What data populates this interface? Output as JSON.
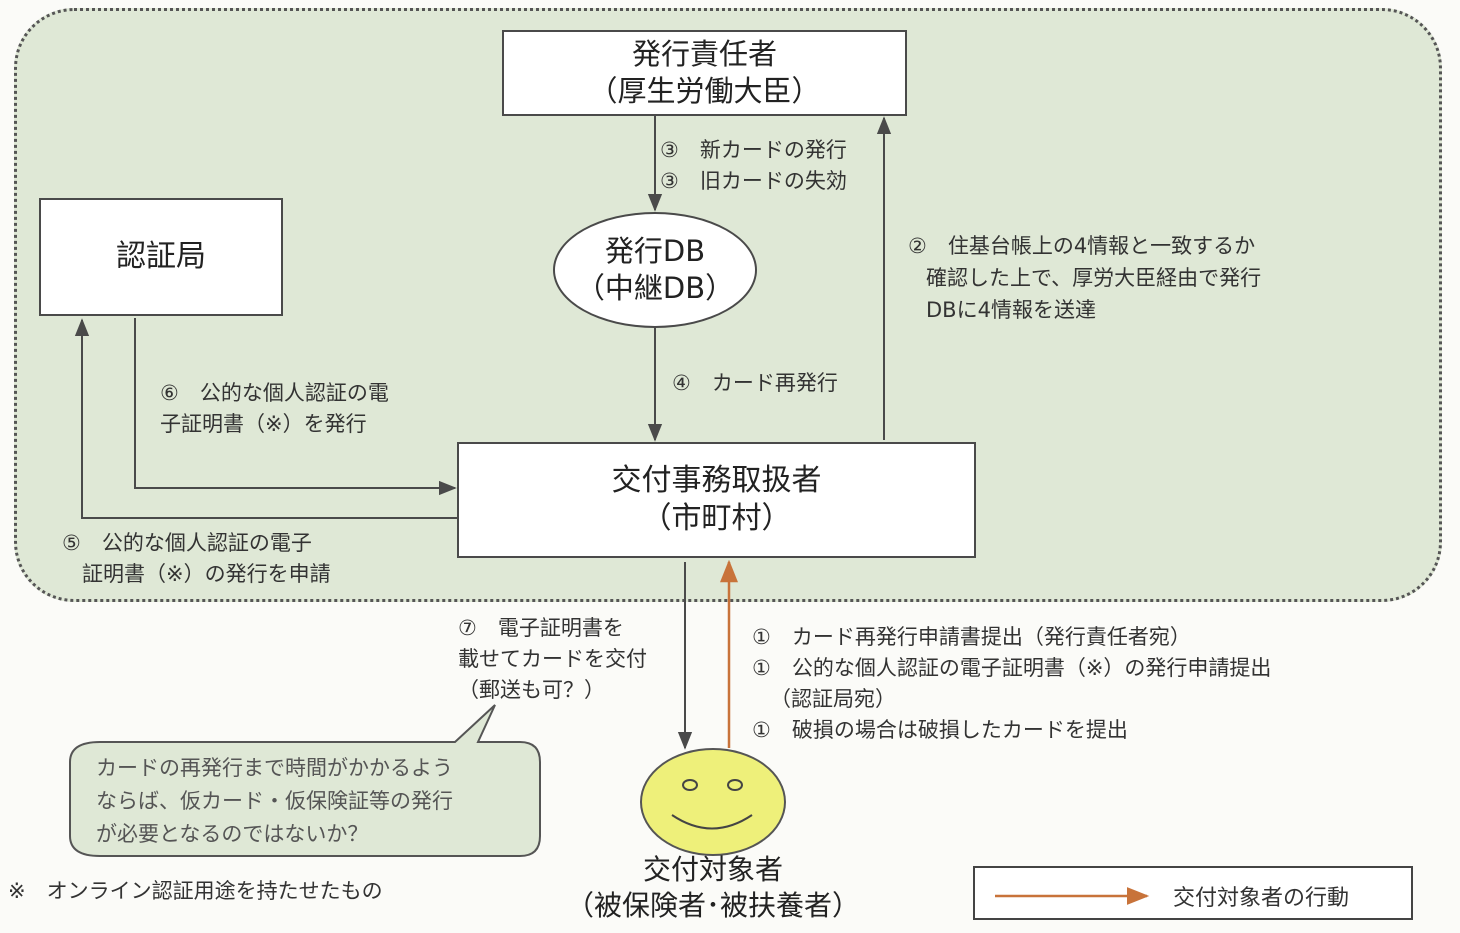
{
  "nodes": {
    "issuer": {
      "title": "発行責任者",
      "subtitle": "（厚生労働大臣）"
    },
    "cert_authority": {
      "title": "認証局"
    },
    "issue_db": {
      "title": "発行DB",
      "subtitle": "（中継DB）"
    },
    "municipality": {
      "title": "交付事務取扱者",
      "subtitle": "（市町村）"
    },
    "recipient": {
      "title": "交付対象者",
      "subtitle": "（被保険者･被扶養者）"
    }
  },
  "steps": {
    "step3_new": "③　新カードの発行",
    "step3_old": "③　旧カードの失効",
    "step2": [
      "②　住基台帳上の4情報と一致するか",
      "確認した上で、厚労大臣経由で発行",
      "DBに4情報を送達"
    ],
    "step4": "④　カード再発行",
    "step6": [
      "⑥　公的な個人認証の電",
      "子証明書（※）を発行"
    ],
    "step5": [
      "⑤　公的な個人認証の電子",
      "証明書（※）の発行を申請"
    ],
    "step7": [
      "⑦　電子証明書を",
      "載せてカードを交付",
      "（郵送も可？）"
    ],
    "step1": [
      "①　カード再発行申請書提出（発行責任者宛）",
      "①　公的な個人認証の電子証明書（※）の発行申請提出",
      "（認証局宛）",
      "①　破損の場合は破損したカードを提出"
    ]
  },
  "callout": [
    "カードの再発行まで時間がかかるよう",
    "ならば、仮カード・仮保険証等の発行",
    "が必要となるのではないか？"
  ],
  "footnote": "※　オンライン認証用途を持たせたもの",
  "legend": {
    "label": "交付対象者の行動",
    "color": "#c8733a"
  },
  "colors": {
    "zone": "#dfe8d6",
    "face": "#eef07a",
    "line": "#4a4a4a"
  }
}
